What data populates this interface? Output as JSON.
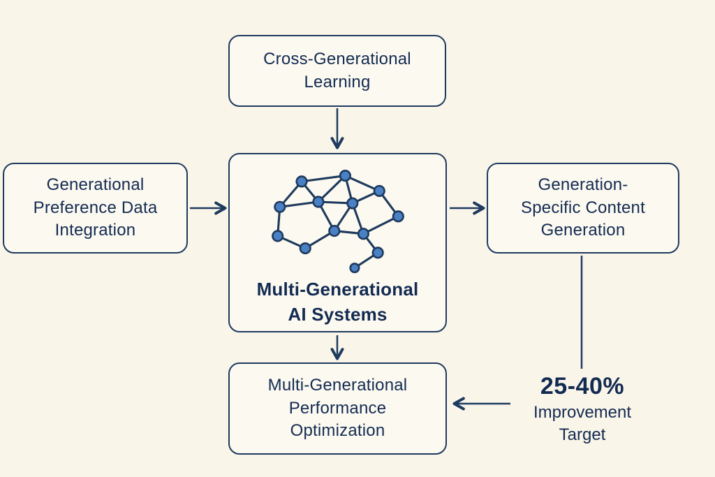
{
  "diagram": {
    "title": "Multi-Generational AI Systems flow diagram",
    "colors": {
      "background": "#faf5e9",
      "box_fill": "#fcf9f0",
      "line": "#1d3a5f",
      "text": "#132b52",
      "node_fill": "#4a80c4"
    },
    "boxes": {
      "top": {
        "label": "Cross-Generational\nLearning"
      },
      "left": {
        "label": "Generational\nPreference Data\nIntegration"
      },
      "center": {
        "label": "Multi-Generational\nAI Systems",
        "icon": "neural-network-icon"
      },
      "right": {
        "label": "Generation-\nSpecific Content\nGeneration"
      },
      "bottom": {
        "label": "Multi-Generational\nPerformance\nOptimization"
      }
    },
    "annotation": {
      "value": "25-40%",
      "label": "Improvement\nTarget"
    },
    "connections": [
      "top-to-center",
      "left-to-center",
      "center-to-right",
      "center-to-bottom",
      "right-to-annotation",
      "annotation-to-bottom"
    ]
  }
}
